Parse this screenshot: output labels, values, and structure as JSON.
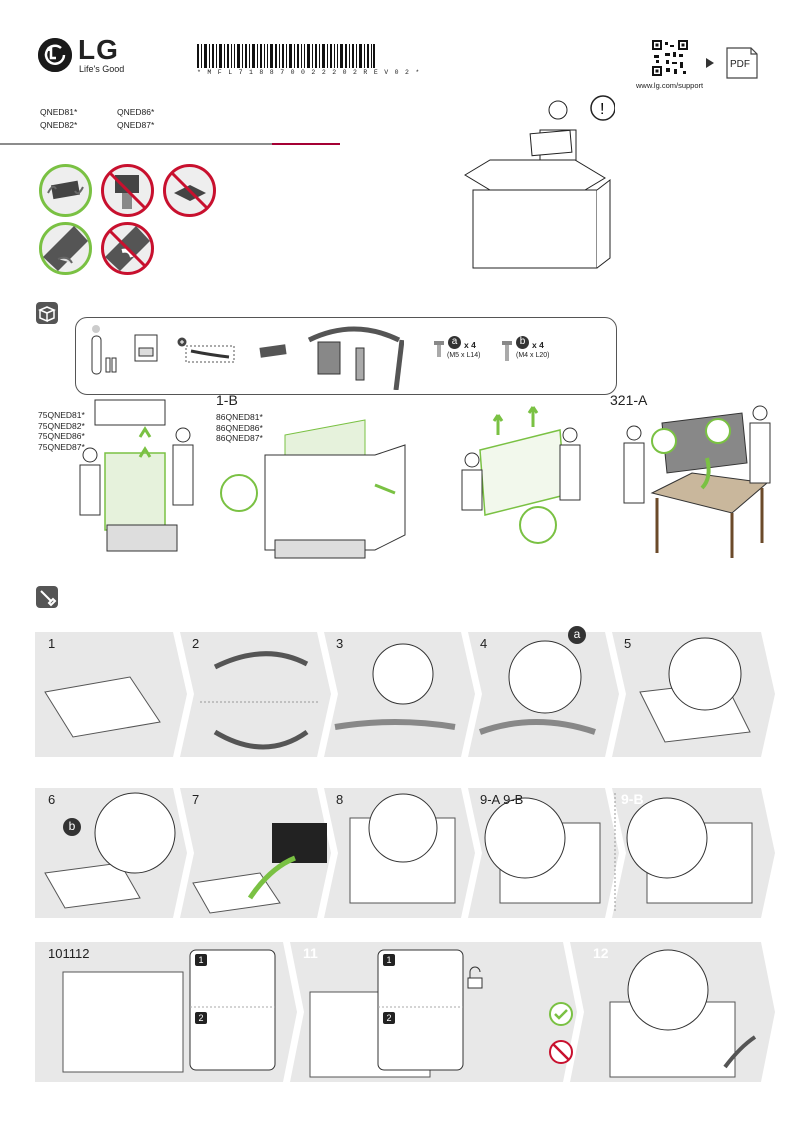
{
  "header": {
    "brand": "LG",
    "tagline": "Life's Good",
    "barcode_text": "* M F L 7 1 8 8 7 0 0 2 2 2 0 2 R E V 0 2 *",
    "support_url": "www.lg.com/support",
    "pdf_label": "PDF"
  },
  "models": {
    "col1": [
      "QNED81*",
      "QNED82*"
    ],
    "col2": [
      "QNED86*",
      "QNED87*"
    ]
  },
  "box_contents": {
    "screws_a": {
      "letter": "a",
      "count": "x 4",
      "spec": "(M5 x L14)"
    },
    "screws_b": {
      "letter": "b",
      "count": "x 4",
      "spec": "(M4 x L20)"
    }
  },
  "unpacking": {
    "left_models": [
      "75QNED81*",
      "75QNED82*",
      "75QNED86*",
      "75QNED87*"
    ],
    "mid_title": "1-B",
    "mid_models": [
      "86QNED81*",
      "86QNED86*",
      "86QNED87*"
    ],
    "right_title": "321-A"
  },
  "steps": {
    "row1": [
      "1",
      "2",
      "3",
      "4",
      "5"
    ],
    "row2": [
      "6",
      "7",
      "8",
      "9-A 9-B",
      "9-B"
    ],
    "row3": [
      "101112",
      "11",
      "12"
    ],
    "screw_a_label": "a",
    "screw_b_label": "b",
    "sub1": "1",
    "sub2": "2"
  },
  "colors": {
    "accent_green": "#7ac143",
    "warn_red": "#c8102e",
    "lg_red": "#a50034",
    "panel_gray": "#e8e8e8"
  }
}
